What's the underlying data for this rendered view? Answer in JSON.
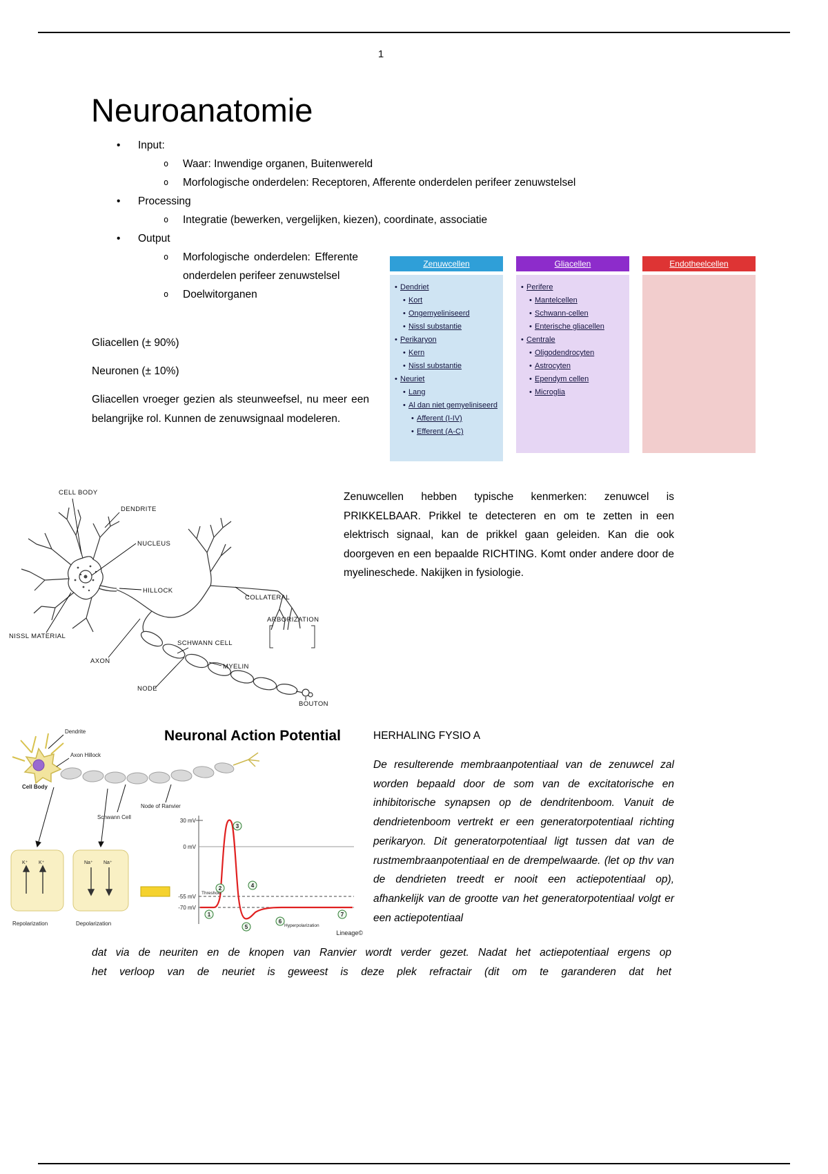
{
  "page": {
    "number": "1"
  },
  "title": "Neuroanatomie",
  "outline": {
    "input": "Input:",
    "input_items": [
      "Waar: Inwendige organen, Buitenwereld",
      "Morfologische onderdelen: Receptoren, Afferente onderdelen perifeer zenuwstelsel"
    ],
    "processing": "Processing",
    "processing_items": [
      "Integratie (bewerken, vergelijken, kiezen), coordinate, associatie"
    ],
    "output": "Output",
    "output_items": [
      "Morfologische onderdelen: Efferente onderdelen perifeer zenuwstelsel",
      "Doelwitorganen"
    ]
  },
  "intro": {
    "glia_line": "Gliacellen (± 90%)",
    "neuron_line": "Neuronen (± 10%)",
    "paragraph": "Gliacellen vroeger gezien als steunweefsel, nu meer een belangrijke rol. Kunnen de zenuwsignaal modeleren."
  },
  "boxes": {
    "zenuwcellen": {
      "title": "Zenuwcellen",
      "header_color": "#2f9fd8",
      "body_color": "#cfe4f3",
      "items": [
        "Dendriet",
        "Kort",
        "Ongemyeliniseerd",
        "Nissl substantie",
        "Perikaryon",
        "Kern",
        "Nissl substantie",
        "Neuriet",
        "Lang",
        "Al dan niet gemyeliniseerd",
        "Afferent (I-IV)",
        "Efferent (A-C)"
      ]
    },
    "gliacellen": {
      "title": "Gliacellen",
      "header_color": "#8d2ccb",
      "body_color": "#e6d6f4",
      "items": [
        "Perifere",
        "Mantelcellen",
        "Schwann-cellen",
        "Enterische gliacellen",
        "Centrale",
        "Oligodendrocyten",
        "Astrocyten",
        "Ependym cellen",
        "Microglia"
      ]
    },
    "endotheelcellen": {
      "title": "Endotheelcellen",
      "header_color": "#de3434",
      "body_color": "#f2cdcd",
      "items": []
    }
  },
  "neuron_diagram": {
    "labels": {
      "cell_body": "CELL BODY",
      "dendrite": "DENDRITE",
      "nucleus": "NUCLEUS",
      "hillock": "HILLOCK",
      "collateral": "COLLATERAL",
      "arborization": "ARBORIZATION",
      "nissl_material": "NISSL MATERIAL",
      "axon": "AXON",
      "schwann_cell": "SCHWANN CELL",
      "myelin": "MYELIN",
      "node": "NODE",
      "bouton": "BOUTON"
    }
  },
  "zenuwcellen_paragraph": "Zenuwcellen hebben typische kenmerken: zenuwcel is PRIKKELBAAR. Prikkel te detecteren en om te zetten in een elektrisch signaal, kan de prikkel gaan geleiden. Kan die ook doorgeven en een bepaalde RICHTING. Komt onder andere door de myelineschede. Nakijken in fysiologie.",
  "action_potential": {
    "title": "Neuronal Action Potential",
    "labels": {
      "dendrite": "Dendrite",
      "axon_hillock": "Axon Hillock",
      "cell_body": "Cell Body",
      "schwann_cell": "Schwann Cell",
      "node_of_ranvier": "Node of Ranvier",
      "repolarization": "Repolarization",
      "depolarization": "Depolarization",
      "threshold": "Threshold",
      "hyperpolarization": "Hyperpolarization",
      "k_ion": "K⁺",
      "na_ion": "Na⁺",
      "mv_30": "30 mV",
      "mv_0": "0 mV",
      "mv_minus55": "-55 mV",
      "mv_minus70": "-70 mV",
      "watermark": "Lineage©"
    },
    "steps": [
      "1",
      "2",
      "3",
      "4",
      "5",
      "6",
      "7"
    ]
  },
  "herhaling": {
    "heading": "HERHALING FYSIO A",
    "paragraph": "De resulterende membraanpotentiaal van de zenuwcel zal worden bepaald door de som van de excitatorische en inhibitorische synapsen op de dendritenboom. Vanuit de dendrietenboom vertrekt er een generatorpotentiaal richting perikaryon. Dit generatorpotentiaal ligt tussen dat van de rustmembraanpotentiaal en de drempelwaarde. (let op thv van de dendrieten treedt er nooit een actiepotentiaal op), afhankelijk van de grootte van het generatorpotentiaal volgt er een actiepotentiaal",
    "continuation_lines": [
      "dat via de neuriten en de knopen van Ranvier wordt verder gezet. Nadat het actiepotentiaal ergens op",
      "het verloop van de neuriet is geweest is deze plek refractair (dit om te garanderen dat het"
    ]
  }
}
